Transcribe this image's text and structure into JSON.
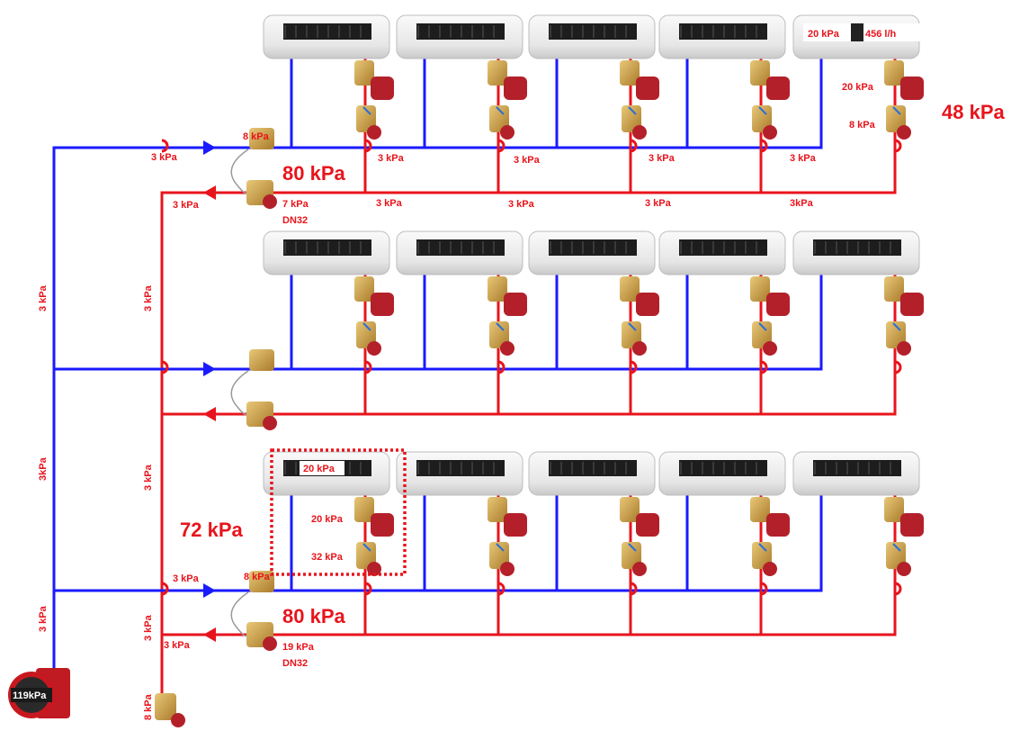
{
  "colors": {
    "supply": "#1a1aff",
    "return": "#e8141c",
    "label": "#e8141c",
    "valve": "#c9a24a",
    "actuator": "#b3202a"
  },
  "icons": [
    "fan-coil-unit",
    "valve-with-actuator",
    "balancing-valve",
    "differential-pressure-controller",
    "circulation-pump",
    "flow-arrow"
  ],
  "labels": {
    "fc_top_right_dp": "20 kPa",
    "fc_top_right_flow": "456 l/h",
    "top_ctrl_valve": "20 kPa",
    "top_bal_valve": "8 kPa",
    "top_branch_total": "48 kPa",
    "top_dpcv_supply": "8 kPa",
    "top_dpcv_setpoint": "80 kPa",
    "top_dpcv_return": "7 kPa",
    "top_dpcv_size": "DN32",
    "top_supply_header": "3 kPa",
    "top_return_header": "3 kPa",
    "top_supply_seg": [
      "3 kPa",
      "3 kPa",
      "3 kPa",
      "3 kPa"
    ],
    "top_return_seg": [
      "3 kPa",
      "3 kPa",
      "3 kPa",
      "3kPa"
    ],
    "riser_supply_upper": "3 kPa",
    "riser_supply_middle": "3kPa",
    "riser_supply_lower": "3 kPa",
    "riser_return_upper": "3 kPa",
    "riser_return_middle": "3 kPa",
    "riser_return_lower": "3 kPa",
    "riser_return_valve": "8 kPa",
    "highlight_fc_dp": "20 kPa",
    "highlight_ctrl_valve": "20 kPa",
    "highlight_bal_valve": "32 kPa",
    "bottom_branch_total": "72 kPa",
    "bottom_supply_header": "3 kPa",
    "bottom_dpcv_supply": "8 kPa",
    "bottom_dpcv_setpoint": "80 kPa",
    "bottom_return_header": "3 kPa",
    "bottom_dpcv_return": "19 kPa",
    "bottom_dpcv_size": "DN32",
    "pump_head": "119kPa"
  }
}
